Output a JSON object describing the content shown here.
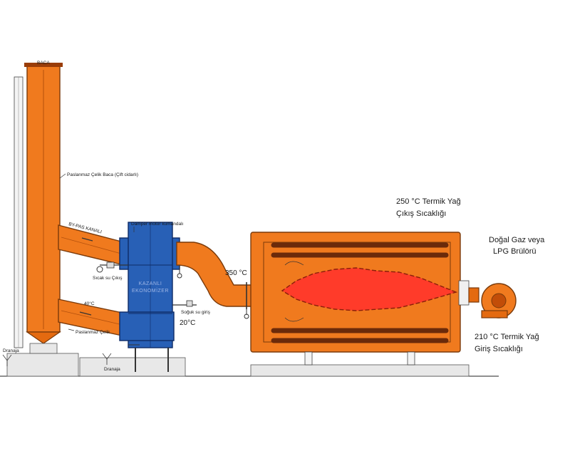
{
  "labels": {
    "chimney": "BACA",
    "chimney_note": "Paslanmaz Çelik Baca (Çift cidarlı)",
    "bypass": "BY-PAS KANALI",
    "damper": "Damper motor kumandalı",
    "temp_lower_duct": "40°C",
    "lower_duct_note": "Paslanmaz Çelik",
    "hot_water_out": "Sıcak su Çıkış",
    "exchanger_line1": "KAZANLI",
    "exchanger_line2": "EKONOMİZER",
    "cold_water_in": "Soğuk su giriş",
    "temp_inlet": "20°C",
    "temp_flue": "350 °C",
    "drain_left": "Dranaja",
    "drain_center": "Dranaja",
    "oil_out_line1": "250 °C Termik Yağ",
    "oil_out_line2": "Çıkış Sıcaklığı",
    "burner_line1": "Doğal Gaz veya",
    "burner_line2": "LPG Brülörü",
    "oil_in_line1": "210 °C Termik Yağ",
    "oil_in_line2": "Giriş Sıcaklığı"
  },
  "colors": {
    "duct": "#f07a1e",
    "exchanger": "#2860b6",
    "flame": "#ff3b2a",
    "coil": "#6b2a0a"
  }
}
